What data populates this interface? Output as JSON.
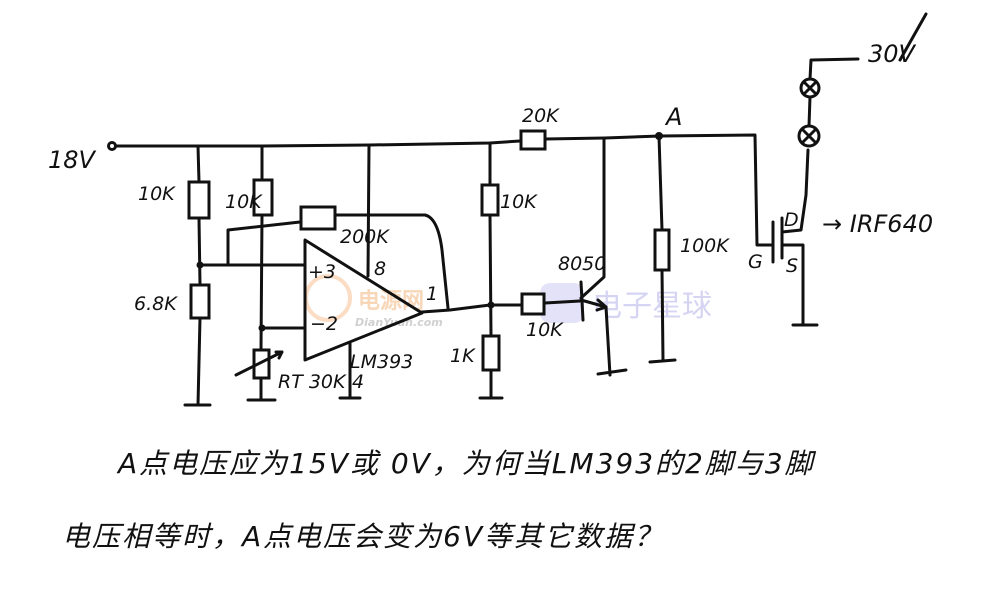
{
  "title": "LM393 comparator driving IRF640 circuit sketch",
  "labels": {
    "supply_in": "18V",
    "supply_load": "30V",
    "r1": "10K",
    "r2": "6.8K",
    "r3": "10K",
    "thermistor": "RT 30K",
    "r_feedback": "200K",
    "pin_plus": "+3",
    "pin_minus": "−2",
    "pin_vcc": "8",
    "pin_gnd": "4",
    "pin_out": "1",
    "opamp": "LM393",
    "r_pullup": "10K",
    "r_pulldown": "1K",
    "r_base": "10K",
    "transistor": "8050",
    "r_collector": "20K",
    "node_a": "A",
    "r_gate": "100K",
    "gate": "G",
    "drain": "D",
    "source": "S",
    "mosfet": "→ IRF640"
  },
  "question": {
    "line1": "A点电压应为15V或 0V，为何当LM393的2脚与3脚",
    "line2": "电压相等时，A点电压会变为6V等其它数据？"
  },
  "watermarks": {
    "site1": "电源网",
    "site1_url": "DianYuan.com",
    "site2": "电子星球"
  }
}
